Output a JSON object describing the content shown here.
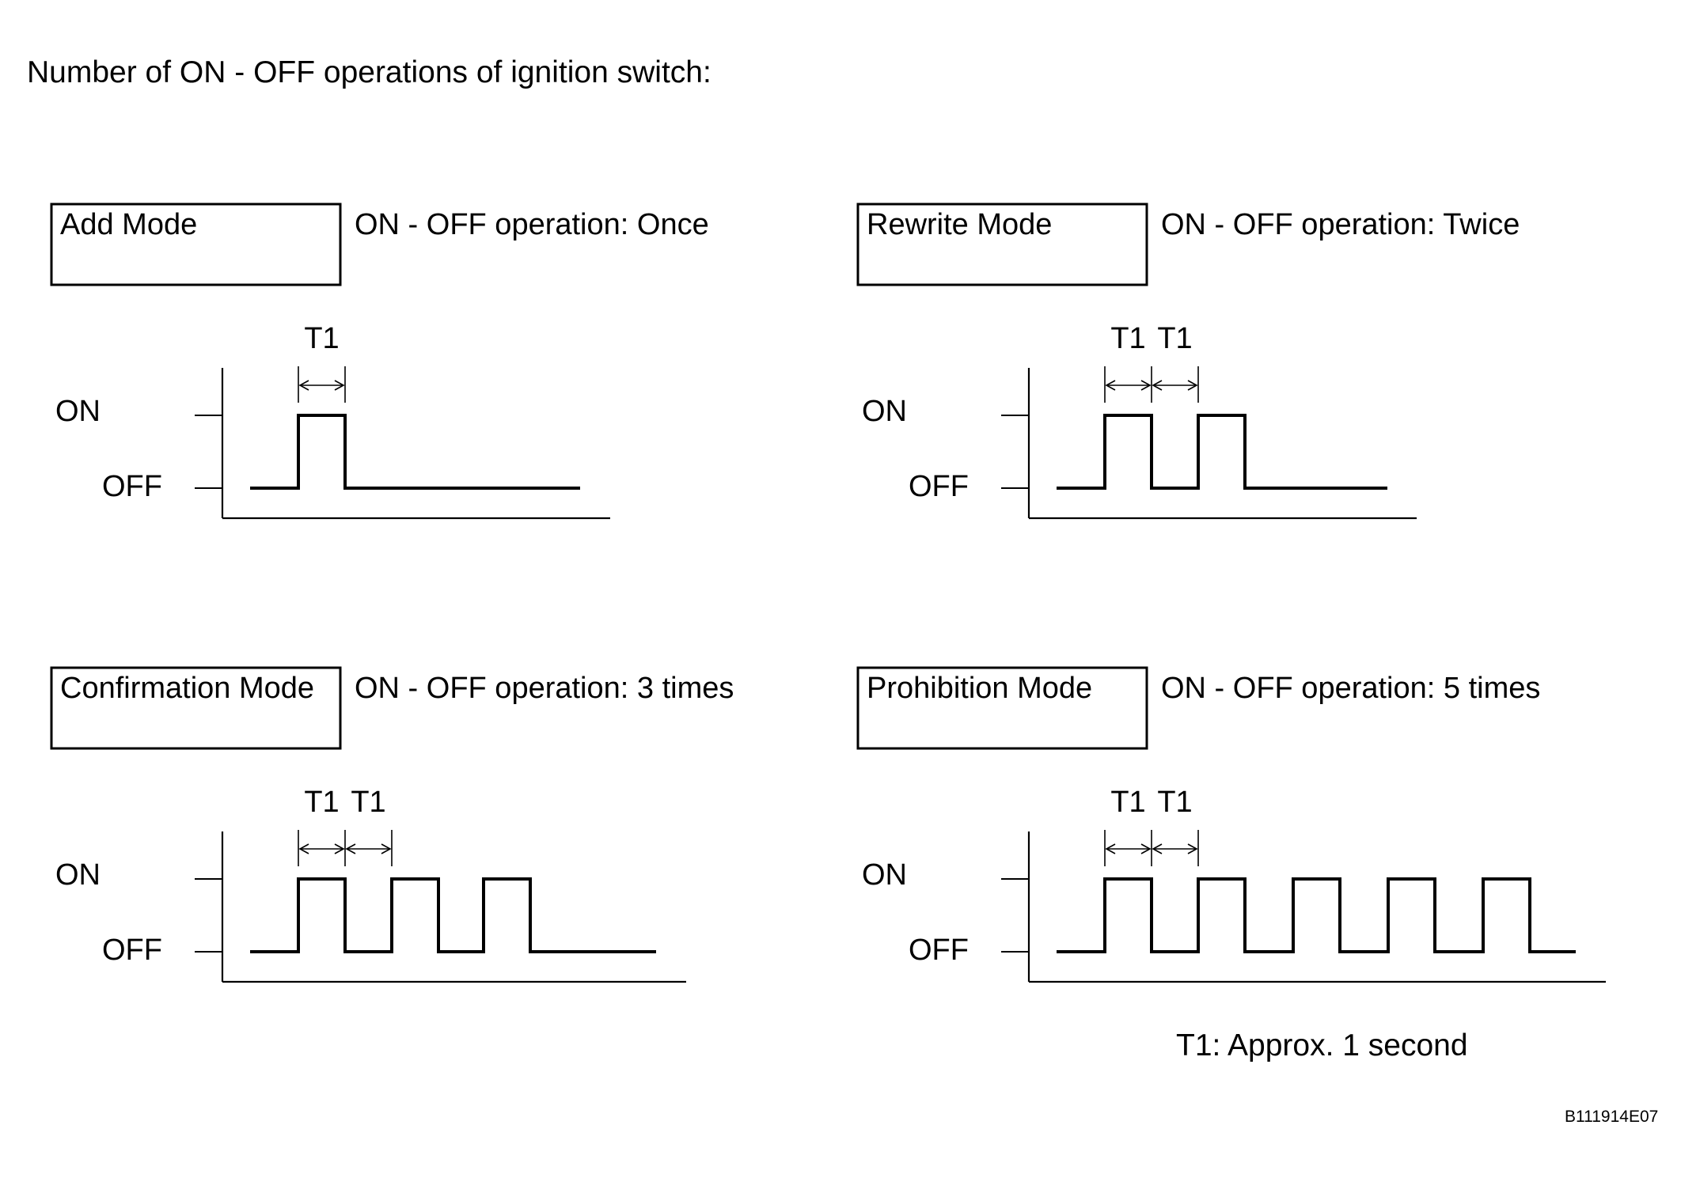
{
  "heading": "Number of ON - OFF operations of ignition switch:",
  "level_labels": {
    "on": "ON",
    "off": "OFF"
  },
  "interval_label": "T1",
  "modes": [
    {
      "id": "add",
      "name": "Add Mode",
      "operation_text": "ON - OFF operation: Once",
      "pulse_count": 1
    },
    {
      "id": "rewrite",
      "name": "Rewrite Mode",
      "operation_text": "ON - OFF operation: Twice",
      "pulse_count": 2
    },
    {
      "id": "confirmation",
      "name": "Confirmation Mode",
      "operation_text": "ON - OFF operation: 3 times",
      "pulse_count": 3
    },
    {
      "id": "prohibition",
      "name": "Prohibition Mode",
      "operation_text": "ON - OFF operation: 5 times",
      "pulse_count": 5
    }
  ],
  "note": "T1: Approx. 1 second",
  "figure_code": "B111914E07"
}
